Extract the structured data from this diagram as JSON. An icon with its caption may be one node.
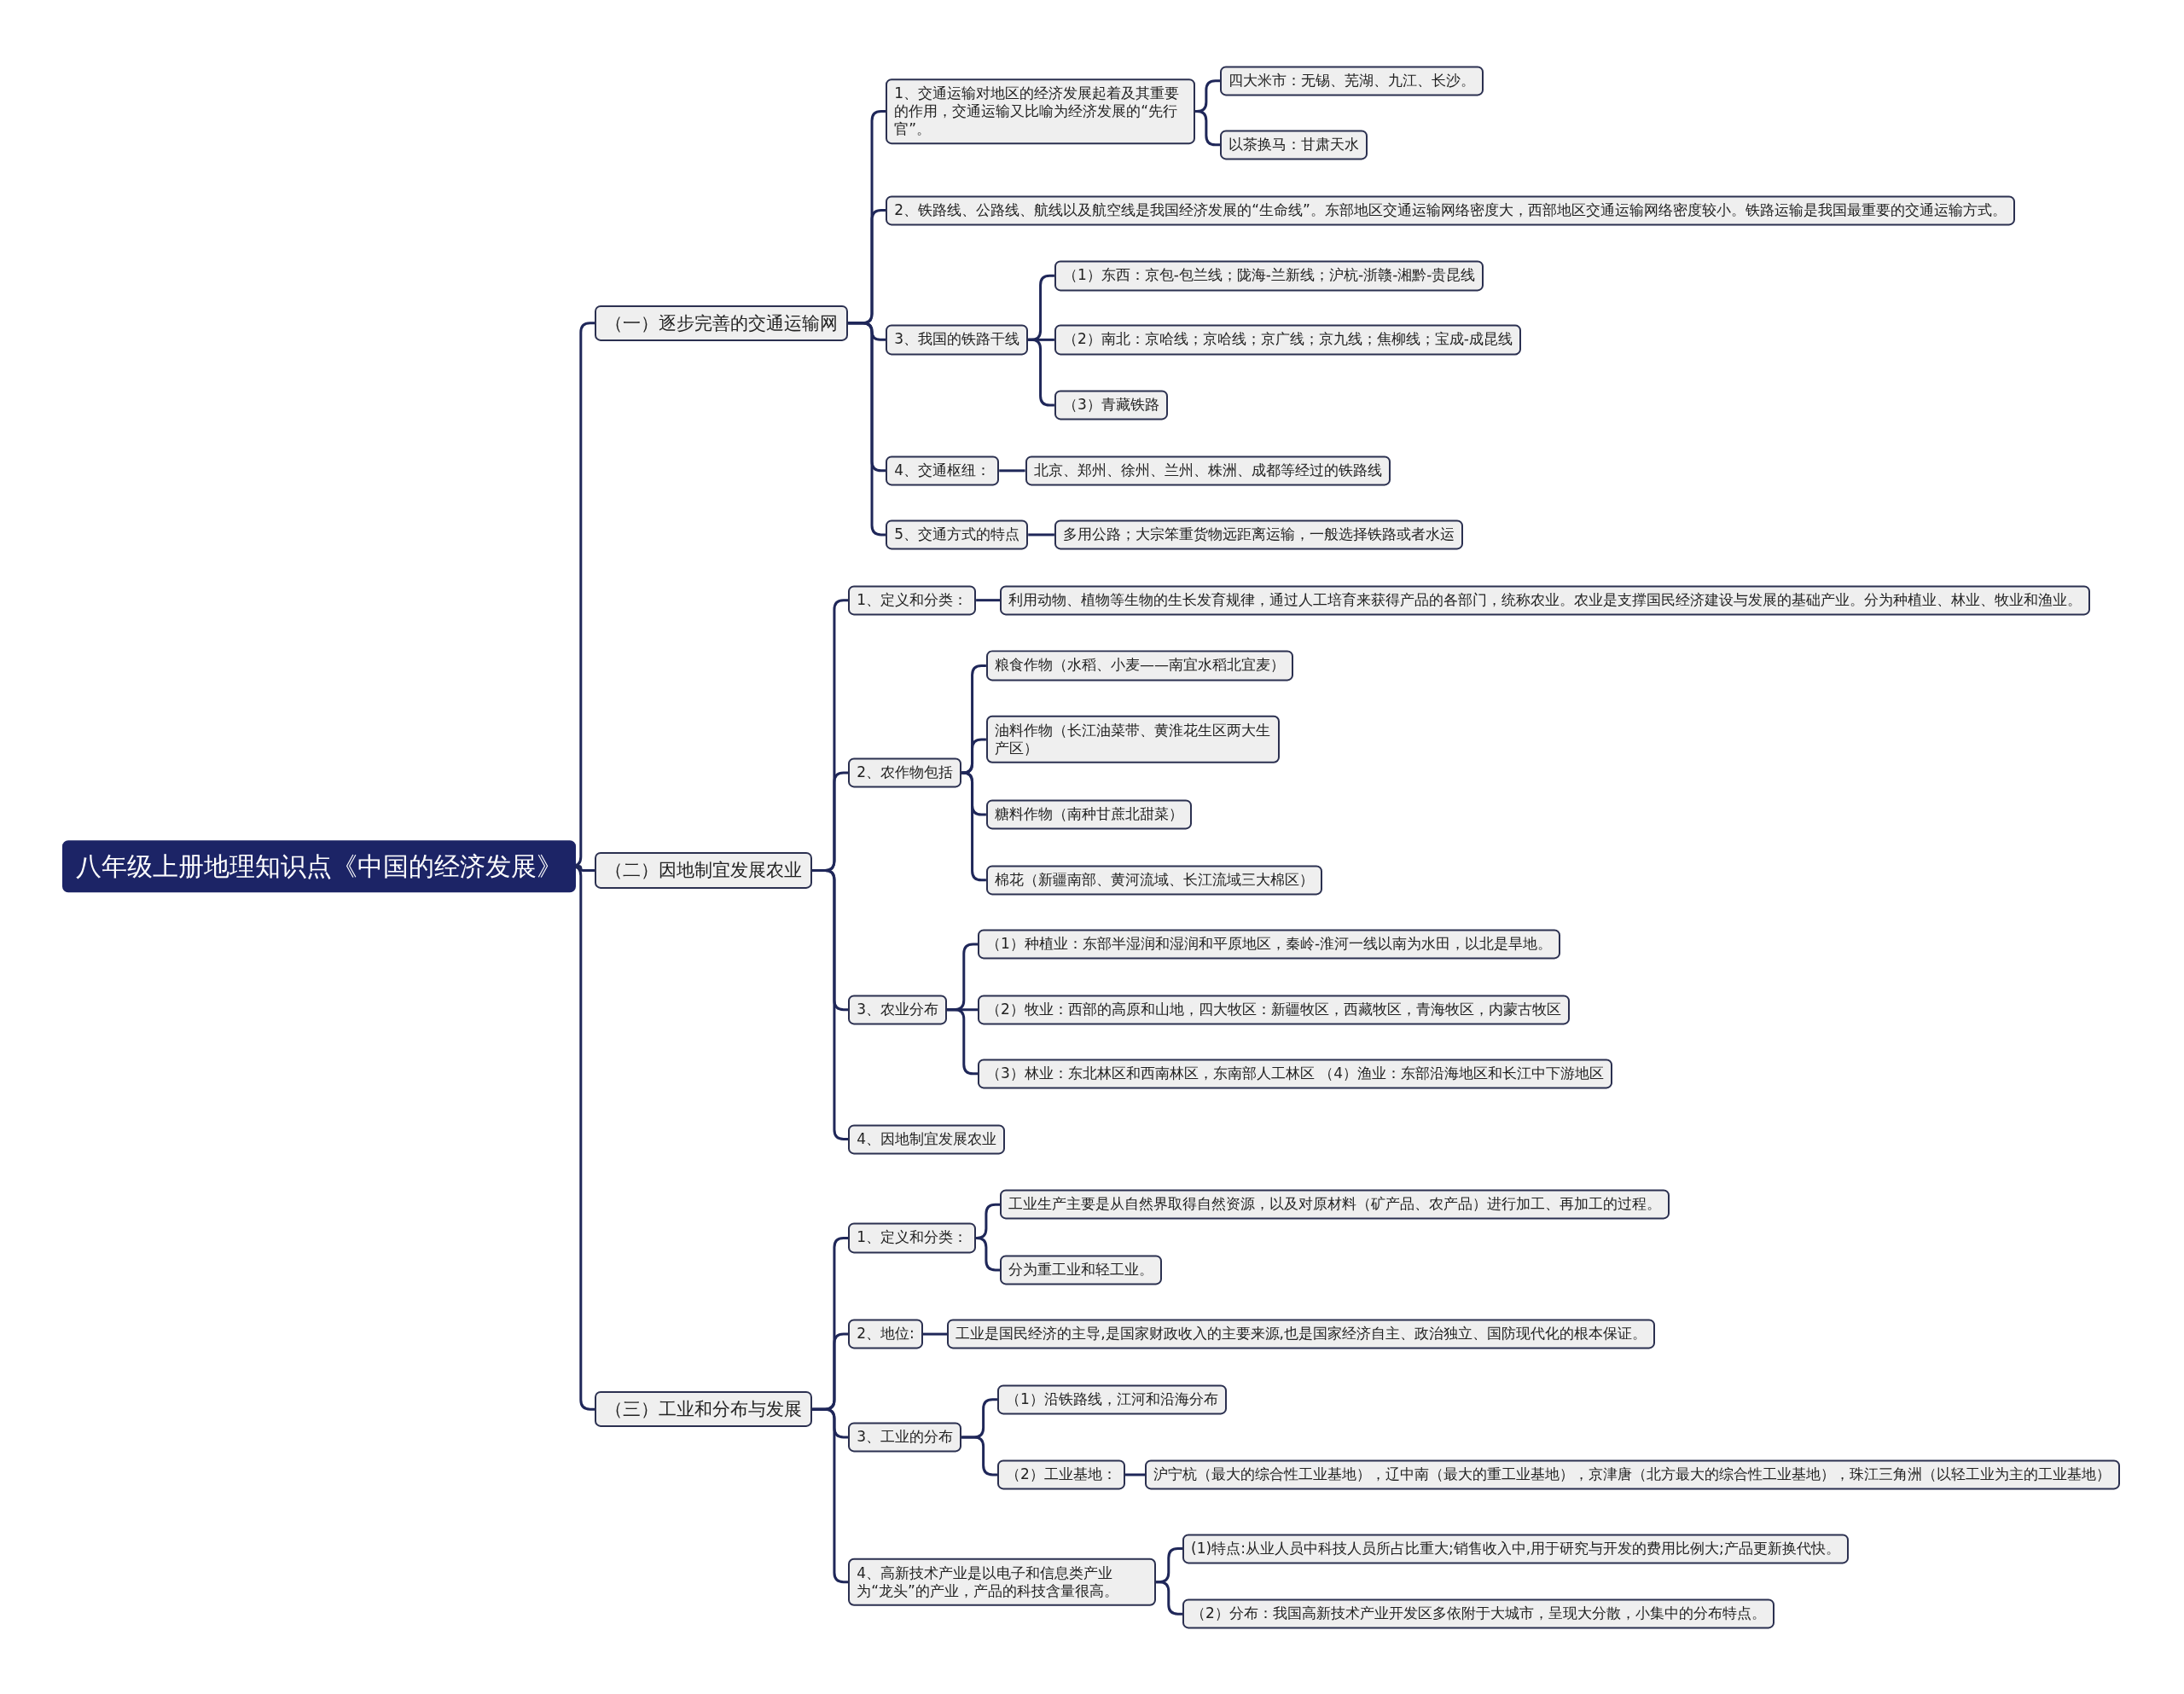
{
  "diagram": {
    "nodes": [
      {
        "text": [
          "八年级上册地理知识点《中国的经济发展》"
        ]
      },
      {
        "text": [
          "（一）逐步完善的交通运输网"
        ]
      },
      {
        "text": [
          "1、交通运输对地区的经济发展起着及其重要的作用，交通运输又比喻为经济发展的“先行官”。"
        ]
      },
      {
        "text": [
          "四大米市：无锡、芜湖、九江、长沙。"
        ]
      },
      {
        "text": [
          "以茶换马：甘肃天水"
        ]
      },
      {
        "text": [
          "2、铁路线、公路线、航线以及航空线是我国经济发展的“生命线”。东部地区交通运输网络密度大，西部地区交通运输网络密度较小。铁路运输是我国最重要的交通运输方式。"
        ]
      },
      {
        "text": [
          "3、我国的铁路干线"
        ]
      },
      {
        "text": [
          "（1）东西：京包-包兰线；陇海-兰新线；沪杭-浙赣-湘黔-贵昆线"
        ]
      },
      {
        "text": [
          "（2）南北：京哈线；京哈线；京广线；京九线；焦柳线；宝成-成昆线"
        ]
      },
      {
        "text": [
          "（3）青藏铁路"
        ]
      },
      {
        "text": [
          "4、交通枢纽："
        ]
      },
      {
        "text": [
          "北京、郑州、徐州、兰州、株洲、成都等经过的铁路线"
        ]
      },
      {
        "text": [
          "5、交通方式的特点"
        ]
      },
      {
        "text": [
          "多用公路；大宗笨重货物远距离运输，一般选择铁路或者水运"
        ]
      },
      {
        "text": [
          "（二）因地制宜发展农业"
        ]
      },
      {
        "text": [
          "1、定义和分类："
        ]
      },
      {
        "text": [
          "利用动物、植物等生物的生长发育规律，通过人工培育来获得产品的各部门，统称农业。农业是支撑国民经济建设与发展的基础产业。分为种植业、林业、牧业和渔业。"
        ]
      },
      {
        "text": [
          "2、农作物包括"
        ]
      },
      {
        "text": [
          "粮食作物（水稻、小麦——南宜水稻北宜麦）"
        ]
      },
      {
        "text": [
          "油料作物（长江油菜带、黄淮花生区两大生产区）"
        ]
      },
      {
        "text": [
          "糖料作物（南种甘蔗北甜菜）"
        ]
      },
      {
        "text": [
          "棉花（新疆南部、黄河流域、长江流域三大棉区）"
        ]
      },
      {
        "text": [
          "3、农业分布"
        ]
      },
      {
        "text": [
          "（1）种植业：东部半湿润和湿润和平原地区，秦岭-淮河一线以南为水田，以北是旱地。"
        ]
      },
      {
        "text": [
          "（2）牧业：西部的高原和山地，四大牧区：新疆牧区，西藏牧区，青海牧区，内蒙古牧区"
        ]
      },
      {
        "text": [
          "（3）林业：东北林区和西南林区，东南部人工林区 （4）渔业：东部沿海地区和长江中下游地区"
        ]
      },
      {
        "text": [
          "4、因地制宜发展农业"
        ]
      },
      {
        "text": [
          "（三）工业和分布与发展"
        ]
      },
      {
        "text": [
          "1、定义和分类："
        ]
      },
      {
        "text": [
          "工业生产主要是从自然界取得自然资源，以及对原材料（矿产品、农产品）进行加工、再加工的过程。"
        ]
      },
      {
        "text": [
          "分为重工业和轻工业。"
        ]
      },
      {
        "text": [
          "2、地位:"
        ]
      },
      {
        "text": [
          "工业是国民经济的主导,是国家财政收入的主要来源,也是国家经济自主、政治独立、国防现代化的根本保证。"
        ]
      },
      {
        "text": [
          "3、工业的分布"
        ]
      },
      {
        "text": [
          "（1）沿铁路线，江河和沿海分布"
        ]
      },
      {
        "text": [
          "（2）工业基地："
        ]
      },
      {
        "text": [
          "沪宁杭（最大的综合性工业基地），辽中南（最大的重工业基地），京津唐（北方最大的综合性工业基地），珠江三角洲（以轻工业为主的工业基地）"
        ]
      },
      {
        "text": [
          "4、高新技术产业是以电子和信息类产业为“龙头”的产业，产品的科技含量很高。"
        ]
      },
      {
        "text": [
          "(1)特点:从业人员中科技人员所占比重大;销售收入中,用于研究与开发的费用比例大;产品更新换代快。"
        ]
      },
      {
        "text": [
          "（2）分布：我国高新技术产业开发区多依附于大城市，呈现大分散，小集中的分布特点。"
        ]
      }
    ],
    "edges": [
      {
        "from": 0,
        "to": 1,
        "arrow": "none"
      },
      {
        "from": 1,
        "to": 2,
        "arrow": "none"
      },
      {
        "from": 2,
        "to": 3,
        "arrow": "none"
      },
      {
        "from": 2,
        "to": 4,
        "arrow": "none"
      },
      {
        "from": 1,
        "to": 5,
        "arrow": "none"
      },
      {
        "from": 1,
        "to": 6,
        "arrow": "none"
      },
      {
        "from": 6,
        "to": 7,
        "arrow": "none"
      },
      {
        "from": 6,
        "to": 8,
        "arrow": "none"
      },
      {
        "from": 6,
        "to": 9,
        "arrow": "none"
      },
      {
        "from": 1,
        "to": 10,
        "arrow": "none"
      },
      {
        "from": 10,
        "to": 11,
        "arrow": "none"
      },
      {
        "from": 1,
        "to": 12,
        "arrow": "none"
      },
      {
        "from": 12,
        "to": 13,
        "arrow": "none"
      },
      {
        "from": 0,
        "to": 14,
        "arrow": "none"
      },
      {
        "from": 14,
        "to": 15,
        "arrow": "none"
      },
      {
        "from": 15,
        "to": 16,
        "arrow": "none"
      },
      {
        "from": 14,
        "to": 17,
        "arrow": "none"
      },
      {
        "from": 17,
        "to": 18,
        "arrow": "none"
      },
      {
        "from": 17,
        "to": 19,
        "arrow": "none"
      },
      {
        "from": 17,
        "to": 20,
        "arrow": "none"
      },
      {
        "from": 17,
        "to": 21,
        "arrow": "none"
      },
      {
        "from": 14,
        "to": 22,
        "arrow": "none"
      },
      {
        "from": 22,
        "to": 23,
        "arrow": "none"
      },
      {
        "from": 22,
        "to": 24,
        "arrow": "none"
      },
      {
        "from": 22,
        "to": 25,
        "arrow": "none"
      },
      {
        "from": 14,
        "to": 26,
        "arrow": "none"
      },
      {
        "from": 0,
        "to": 27,
        "arrow": "none"
      },
      {
        "from": 27,
        "to": 28,
        "arrow": "none"
      },
      {
        "from": 28,
        "to": 29,
        "arrow": "none"
      },
      {
        "from": 28,
        "to": 30,
        "arrow": "none"
      },
      {
        "from": 27,
        "to": 31,
        "arrow": "none"
      },
      {
        "from": 31,
        "to": 32,
        "arrow": "none"
      },
      {
        "from": 27,
        "to": 33,
        "arrow": "none"
      },
      {
        "from": 33,
        "to": 34,
        "arrow": "none"
      },
      {
        "from": 33,
        "to": 35,
        "arrow": "none"
      },
      {
        "from": 35,
        "to": 36,
        "arrow": "none"
      },
      {
        "from": 27,
        "to": 37,
        "arrow": "none"
      },
      {
        "from": 37,
        "to": 38,
        "arrow": "none"
      },
      {
        "from": 37,
        "to": 39,
        "arrow": "none"
      }
    ]
  }
}
